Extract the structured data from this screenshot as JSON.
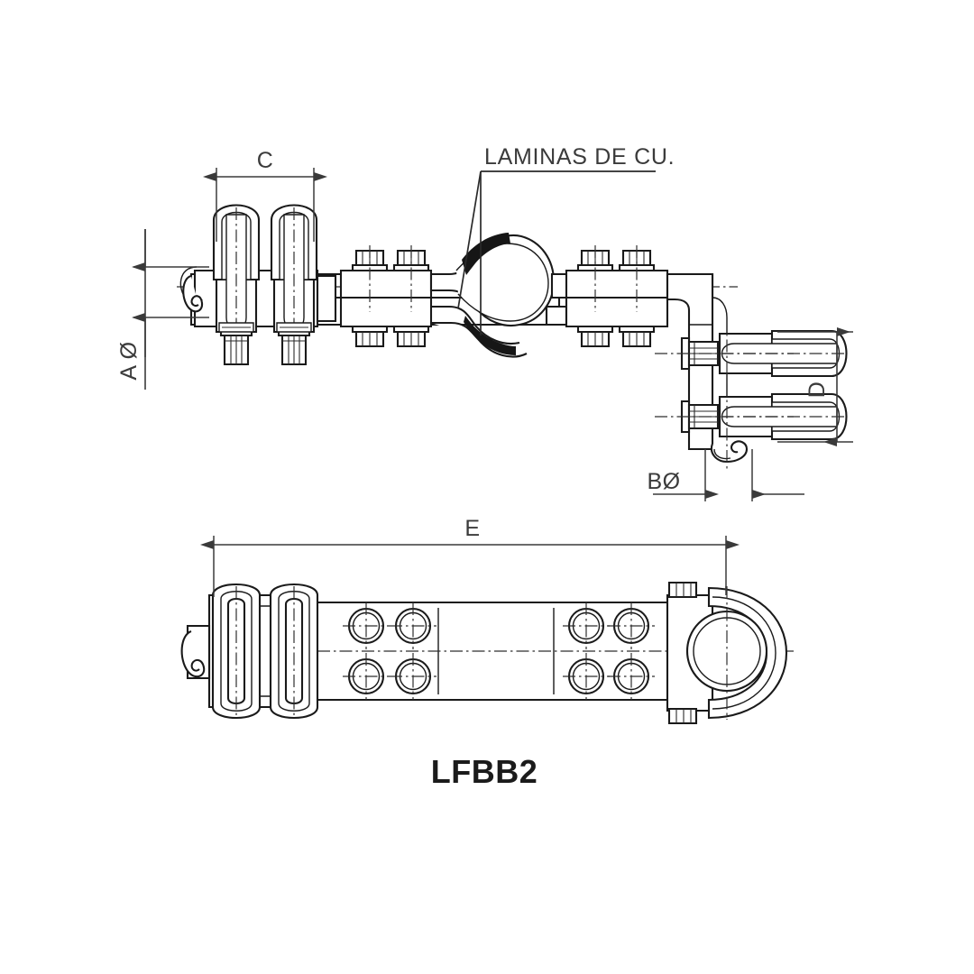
{
  "drawing": {
    "part_number": "LFBB2",
    "note_label": "LAMINAS DE CU.",
    "dimensions": {
      "a": "A Ø",
      "b": "BØ",
      "c": "C",
      "d": "D",
      "e": "E"
    },
    "views": {
      "elevation_name": "side-elevation-view",
      "plan_name": "top-plan-view"
    },
    "colors": {
      "line": "#1a1a1a",
      "dimension": "#3a3a3a",
      "text": "#3b3b3b",
      "part_text": "#1b1b1b",
      "background": "#ffffff",
      "copper_shading": "#161616"
    },
    "components": {
      "ubolt_clamp": "u-bolt-clamp",
      "hex_nut": "hex-nut",
      "bolt_head": "bolt-head",
      "copper_lamination": "copper-lamination-arc",
      "clamp_eye": "clamp-eye-ring",
      "flat_bar": "flat-bar-body"
    }
  }
}
